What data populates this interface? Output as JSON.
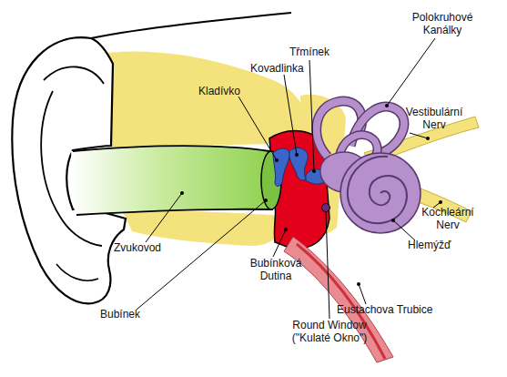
{
  "diagram": {
    "labels": [
      "Třmínek",
      "Polokruhové Kanálky",
      "Kladívko",
      "Kovadlinka",
      "Vestibulární Nerv",
      "Kochleární Nerv",
      "Zvukovod",
      "Bubínková Dutina",
      "Hlemýžď",
      "Bubínek",
      "Eustachova Trubice",
      "Round Window (\"Kulaté Okno\")"
    ]
  }
}
